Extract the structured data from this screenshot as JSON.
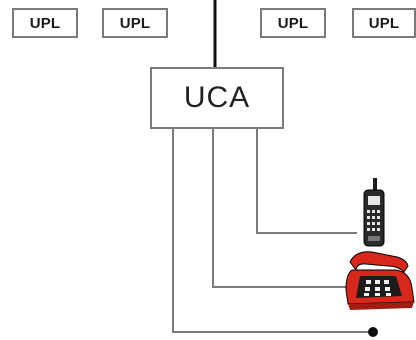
{
  "diagram": {
    "upl_boxes": [
      "UPL",
      "UPL",
      "UPL",
      "UPL"
    ],
    "hub_label": "UCA",
    "devices": [
      "mobile-phone-icon",
      "desk-telephone-icon",
      "terminal-dot-icon"
    ],
    "colors": {
      "line": "#7a7a7a",
      "backbone": "#111111",
      "phone_red": "#d8281c",
      "handset_dark": "#1c1c1c"
    }
  }
}
